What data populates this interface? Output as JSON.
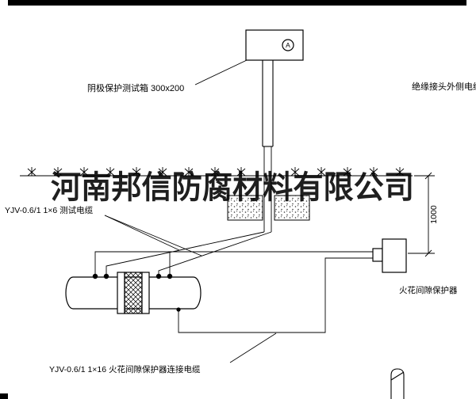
{
  "watermark": {
    "text": "河南邦信防腐材料有限公司"
  },
  "annotations": {
    "test_box_label": "阴极保护测试箱 300x200",
    "insulated_joint_cable_label": "绝缘接头外侧电缆",
    "test_cable_label": "YJV-0.6/1  1×6  测试电缆",
    "spark_gap_protector_label": "火花间隙保护器",
    "spark_gap_cable_label": "YJV-0.6/1  1×16  火花间隙保护器连接电缆",
    "dimension": "1000",
    "ammeter_symbol": "A"
  },
  "colors": {
    "line": "#000000",
    "watermark": "#2e2e2e",
    "paper": "#ffffff"
  }
}
